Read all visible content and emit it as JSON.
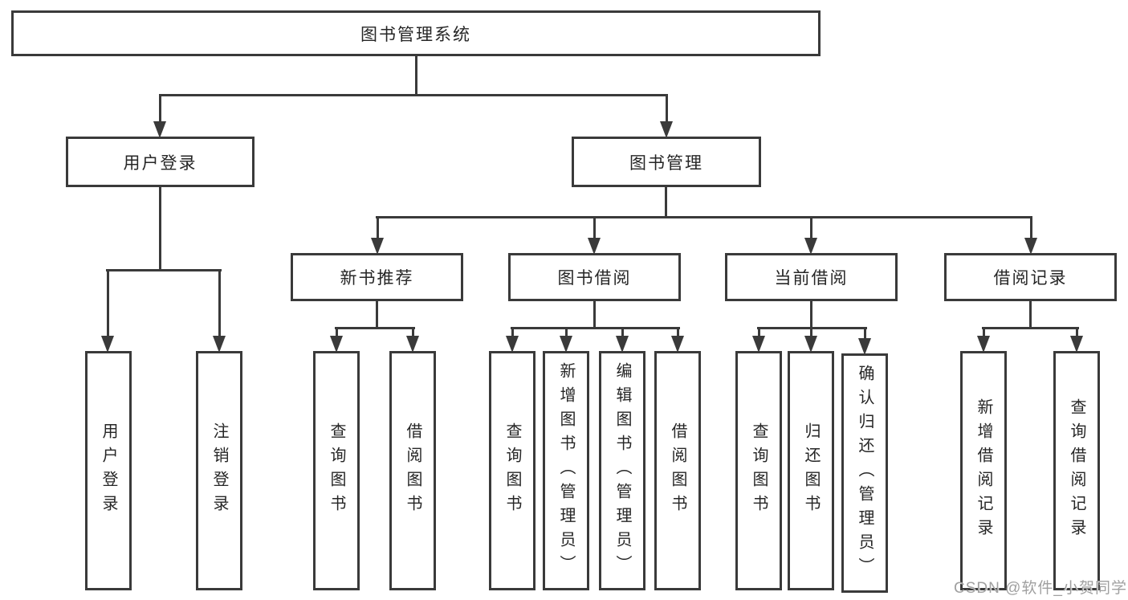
{
  "diagram": {
    "colors": {
      "line": "#3a3a3a",
      "text": "#262626",
      "background": "#ffffff",
      "watermark": "#a0a0a0"
    },
    "watermark": "CSDN @软件_小贺同学",
    "tree": {
      "root": {
        "label": "图书管理系统",
        "children": [
          {
            "label": "用户登录",
            "children": [
              {
                "label": "用户登录"
              },
              {
                "label": "注销登录"
              }
            ]
          },
          {
            "label": "图书管理",
            "children": [
              {
                "label": "新书推荐",
                "children": [
                  {
                    "label": "查询图书"
                  },
                  {
                    "label": "借阅图书"
                  }
                ]
              },
              {
                "label": "图书借阅",
                "children": [
                  {
                    "label": "查询图书"
                  },
                  {
                    "label": "新增图书（管理员）"
                  },
                  {
                    "label": "编辑图书（管理员）"
                  },
                  {
                    "label": "借阅图书"
                  }
                ]
              },
              {
                "label": "当前借阅",
                "children": [
                  {
                    "label": "查询图书"
                  },
                  {
                    "label": "归还图书"
                  },
                  {
                    "label": "确认归还（管理员）"
                  }
                ]
              },
              {
                "label": "借阅记录",
                "children": [
                  {
                    "label": "新增借阅记录"
                  },
                  {
                    "label": "查询借阅记录"
                  }
                ]
              }
            ]
          }
        ]
      }
    }
  }
}
